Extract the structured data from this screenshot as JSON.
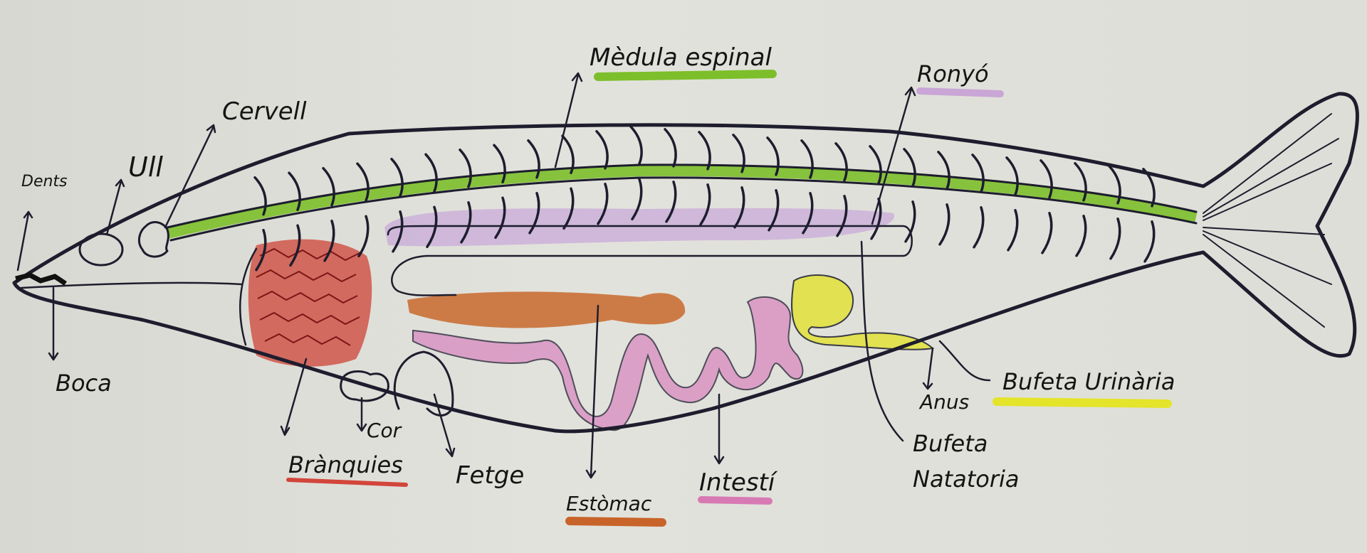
{
  "labels": {
    "teeth": "Dents",
    "eye": "Ull",
    "brain": "Cervell",
    "spinal_cord": "Mèdula espinal",
    "kidney": "Ronyó",
    "mouth": "Boca",
    "gills": "Brànquies",
    "heart": "Cor",
    "liver": "Fetge",
    "stomach": "Estòmac",
    "intestine": "Intestí",
    "swim_bladder_1": "Bufeta",
    "swim_bladder_2": "Natatoria",
    "anus": "Anus",
    "urinary_bladder": "Bufeta Urinària"
  },
  "colors": {
    "paper": "#deded8",
    "ink": "#1d1d2e",
    "spinal_cord": "#7cbf2a",
    "kidney": "#c9a6d6",
    "gills": "#d2453a",
    "stomach": "#c8642a",
    "intestine": "#d77ab4",
    "urinary_bladder": "#e4e42a"
  }
}
